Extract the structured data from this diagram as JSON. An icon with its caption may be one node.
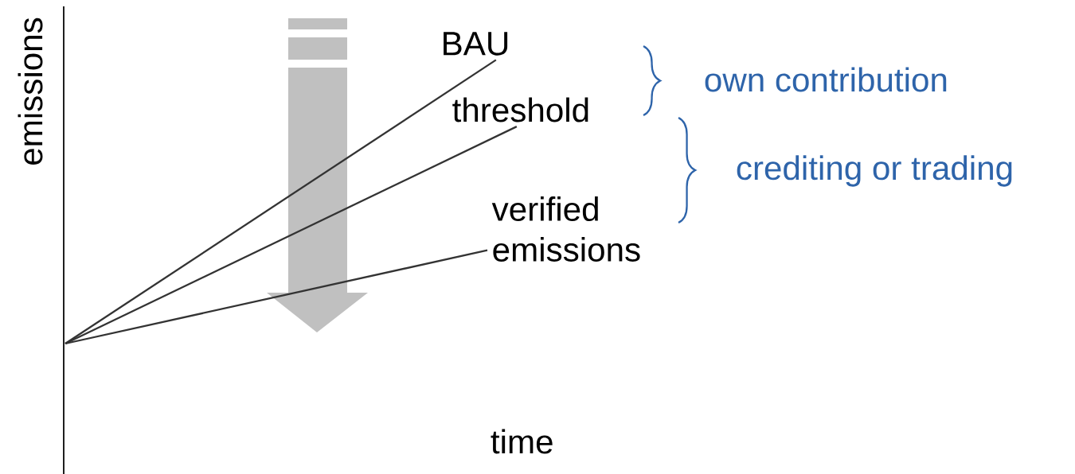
{
  "diagram": {
    "nodes": [
      {
        "text": [
          "BAU"
        ]
      },
      {
        "text": [
          "threshold"
        ]
      },
      {
        "text": [
          "verified emissions"
        ]
      }
    ],
    "edges": [
      {
        "from": null,
        "to": 0,
        "arrow": "none"
      },
      {
        "from": null,
        "to": 1,
        "arrow": "none"
      },
      {
        "from": null,
        "to": 2,
        "arrow": "none"
      }
    ],
    "labels": [
      "emissions",
      "own contribution",
      "crediting or trading",
      "time"
    ]
  }
}
